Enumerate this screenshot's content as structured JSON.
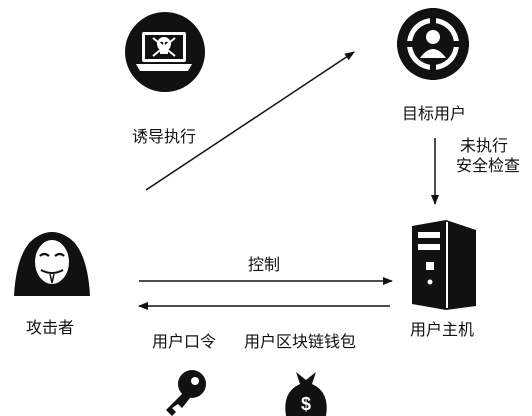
{
  "nodes": {
    "attacker": {
      "label": "攻击者",
      "icon": "anonymous-mask-icon"
    },
    "laptop": {
      "icon": "skull-laptop-icon"
    },
    "target_user": {
      "label": "目标用户",
      "icon": "crosshair-user-icon"
    },
    "user_host": {
      "label": "用户主机",
      "icon": "server-tower-icon"
    },
    "key": {
      "icon": "key-icon"
    },
    "wallet": {
      "icon": "money-bag-icon"
    }
  },
  "edges": {
    "lure": {
      "label": "诱导执行"
    },
    "not_executed": {
      "line1": "未执行",
      "line2": "安全检查"
    },
    "control": {
      "label": "控制"
    },
    "stolen": {
      "items": [
        "用户口令",
        "用户区块链钱包"
      ]
    }
  },
  "colors": {
    "ink": "#111111",
    "paper": "#ffffff"
  }
}
